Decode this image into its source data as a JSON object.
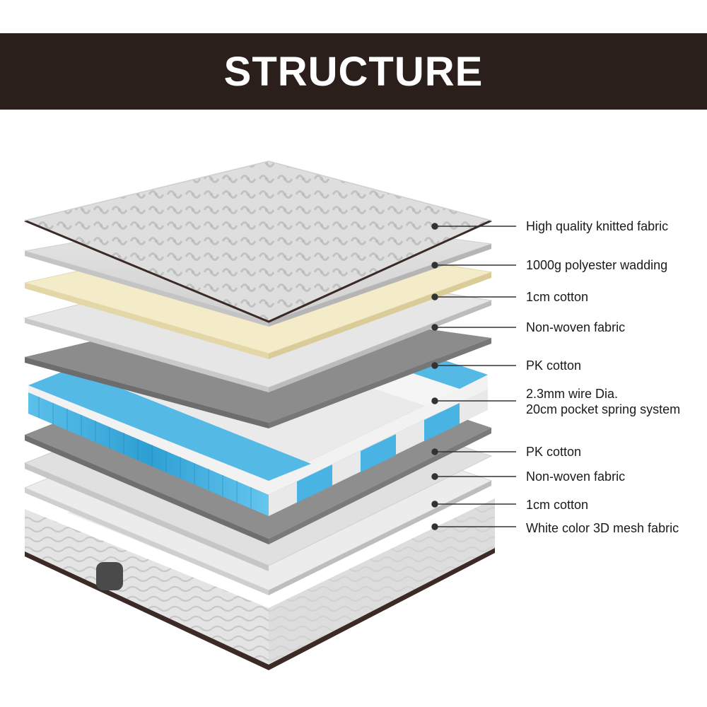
{
  "banner": {
    "title": "STRUCTURE"
  },
  "colors": {
    "banner_bg": "#2b1f1c",
    "spring_blue": "#3aa6d6",
    "spring_white": "#f2f2f2",
    "pk_cotton": "#8e8e8e",
    "cotton_cream": "#f4ecc8",
    "fabric_grey": "#d9d9d9"
  },
  "layers": [
    {
      "label": "High quality knitted fabric"
    },
    {
      "label": "1000g polyester wadding"
    },
    {
      "label": "1cm cotton"
    },
    {
      "label": "Non-woven fabric"
    },
    {
      "label": "PK cotton"
    },
    {
      "label_line1": "2.3mm wire Dia.",
      "label_line2": "20cm pocket spring system"
    },
    {
      "label": "PK cotton"
    },
    {
      "label": "Non-woven fabric"
    },
    {
      "label": "1cm cotton"
    },
    {
      "label": "White color 3D mesh fabric"
    }
  ]
}
